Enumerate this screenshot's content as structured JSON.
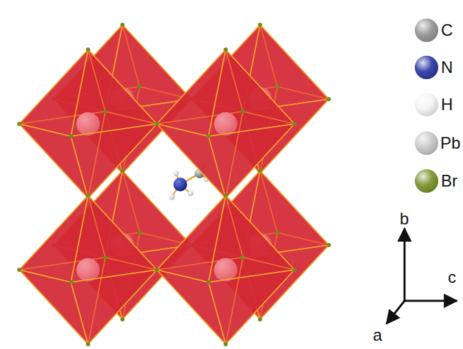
{
  "diagram": {
    "labels": [
      "b",
      "c",
      "a"
    ],
    "legend": [
      {
        "text": "C",
        "color": "#8e8e8e"
      },
      {
        "text": "N",
        "color": "#1c2a9c"
      },
      {
        "text": "H",
        "color": "#f4f4f4"
      },
      {
        "text": "Pb",
        "color": "#c4c4c4"
      },
      {
        "text": "Br",
        "color": "#6f8c1c"
      }
    ]
  }
}
